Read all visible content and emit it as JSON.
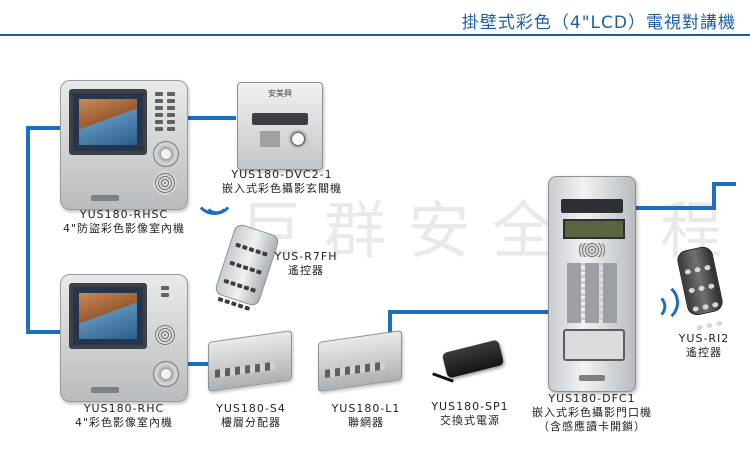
{
  "header": {
    "title": "掛壁式彩色（4\"LCD）電視對講機",
    "accent_color": "#1a5fa8"
  },
  "watermark": "巨群安全工程",
  "brand_plate": "安美興",
  "devices": {
    "rhsc": {
      "model": "YUS180-RHSC",
      "desc": "4\"防盜彩色影像室內機"
    },
    "dvc2": {
      "model": "YUS180-DVC2-1",
      "desc": "嵌入式彩色攝影玄關機"
    },
    "r7fh": {
      "model": "YUS-R7FH",
      "desc": "遙控器"
    },
    "dfc1": {
      "model": "YUS180-DFC1",
      "desc": "嵌入式彩色攝影門口機",
      "note": "（含感應讀卡開鎖）"
    },
    "ri2": {
      "model": "YUS-RI2",
      "desc": "遙控器"
    },
    "rhc": {
      "model": "YUS180-RHC",
      "desc": "4\"彩色影像室內機"
    },
    "s4": {
      "model": "YUS180-S4",
      "desc": "樓層分配器"
    },
    "l1": {
      "model": "YUS180-L1",
      "desc": "聯網器"
    },
    "sp1": {
      "model": "YUS180-SP1",
      "desc": "交換式電源"
    }
  },
  "wire_color": "#1b6fbf"
}
